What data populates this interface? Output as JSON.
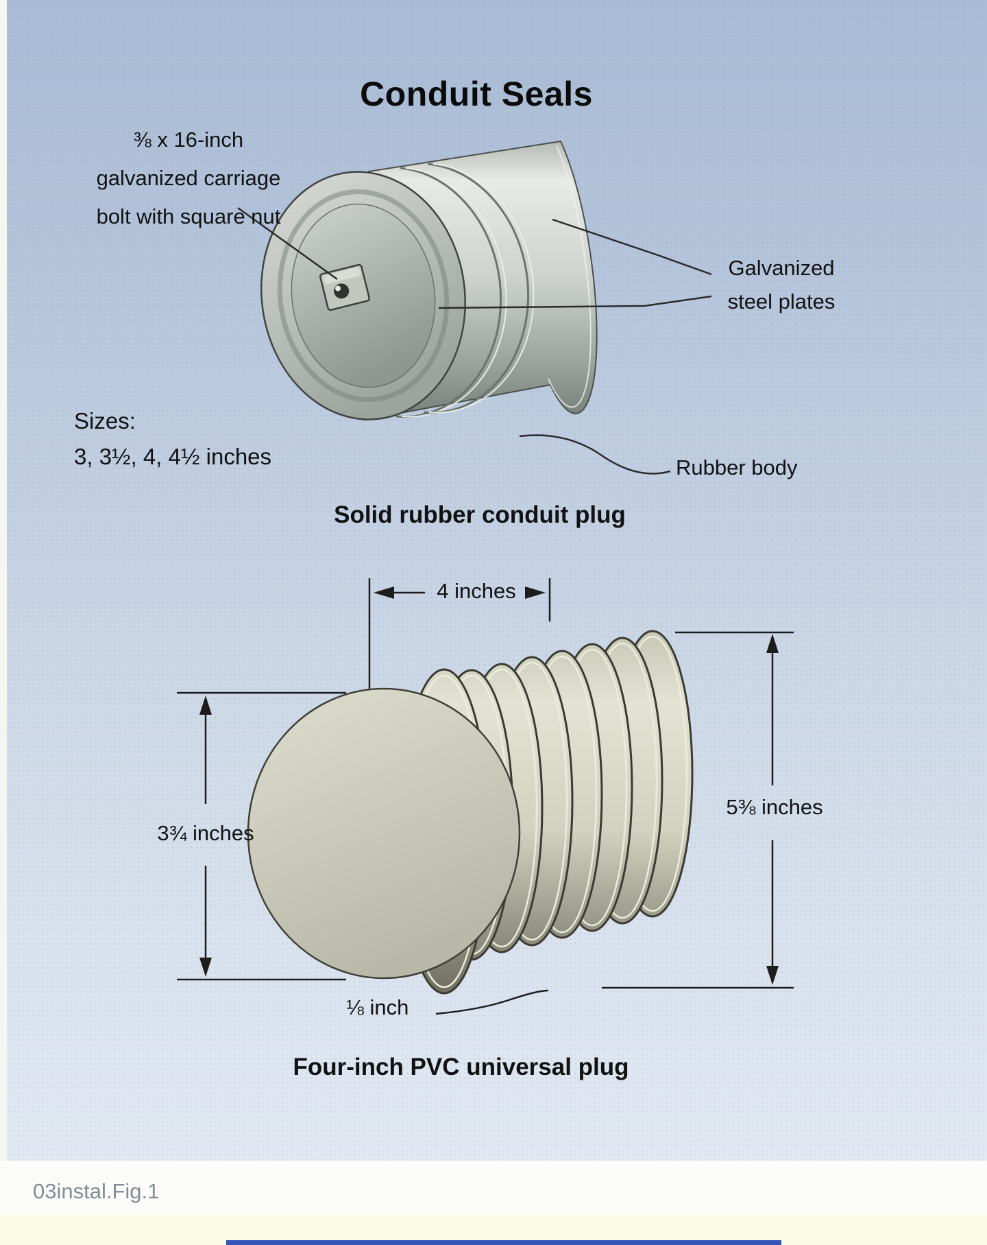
{
  "title": "Conduit Seals",
  "figure1": {
    "bolt_label_lines": [
      "⅜ x 16-inch",
      "galvanized carriage",
      "bolt with square nut"
    ],
    "plates_label": "Galvanized steel plates",
    "rubber_label": "Rubber body",
    "sizes_heading": "Sizes:",
    "sizes_values": "3, 3½, 4, 4½ inches",
    "caption": "Solid rubber conduit plug"
  },
  "figure2": {
    "width_dim": "4 inches",
    "face_dim": "3¾ inches",
    "outer_dim": "5⅜ inches",
    "lip_dim": "⅛ inch",
    "caption": "Four-inch PVC universal plug"
  },
  "footer": {
    "file_label": "03instal.Fig.1"
  },
  "colors": {
    "panel_top": "#a9bbd5",
    "panel_bottom": "#e2e9f3",
    "footer_bg": "#fcfdf8",
    "footer_strip": "#fafbe2",
    "bottom_bar": "#3456b8",
    "text": "#111111",
    "footer_text": "#818b99",
    "metal_light": "#e6e8e3",
    "metal_dark": "#757e7a",
    "pvc_light": "#e3e3d3",
    "pvc_dark": "#6e6e60"
  }
}
